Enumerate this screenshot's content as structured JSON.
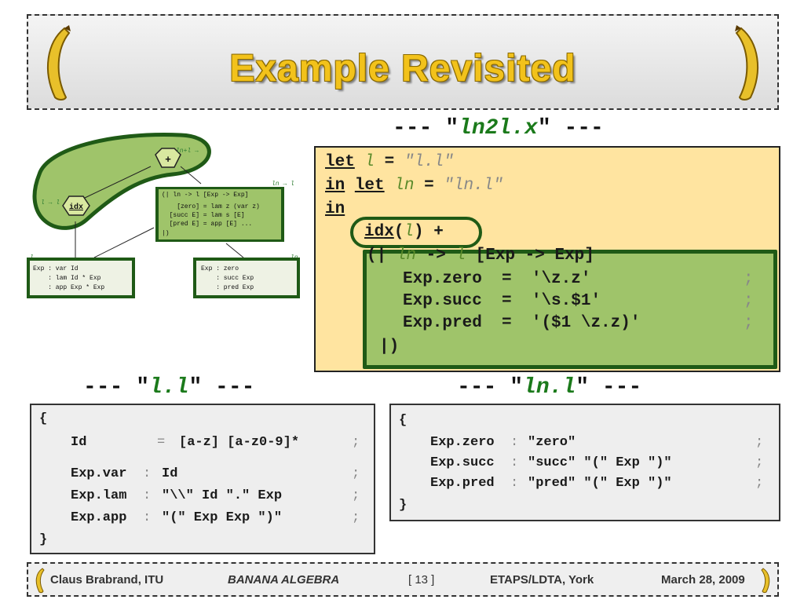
{
  "slide": {
    "title": "Example Revisited"
  },
  "diagram": {
    "plus": "+",
    "idx": "idx",
    "ann_top": "ln+l →",
    "ann_left": "l → l",
    "ann_right": "ln → l",
    "ann_bl": "l",
    "ann_br": "ln",
    "gbox": [
      "(| ln -> l [Exp -> Exp]",
      "    [zero] = lam z (var z)",
      "  [succ E] = lam s [E]",
      "  [pred E] = app [E] ...",
      "|)"
    ],
    "exp_left": [
      "Exp : var Id",
      "    : lam Id * Exp",
      "    : app Exp * Exp"
    ],
    "exp_right": [
      "Exp : zero",
      "    : succ Exp",
      "    : pred Exp"
    ]
  },
  "labels": {
    "ln2l_pre": "--- \"",
    "ln2l_file": "ln2l.x",
    "ln2l_post": "\" ---",
    "l_pre": "--- \"",
    "l_file": "l.l",
    "l_post": "\" ---",
    "ln_pre": "--- \"",
    "ln_file": "ln.l",
    "ln_post": "\" ---"
  },
  "ln2l": {
    "l1": {
      "kw": "let",
      "var": "l",
      "eq": " = ",
      "str": "\"l.l\""
    },
    "l2": {
      "kw1": "in",
      "kw2": "let",
      "var": "ln",
      "eq": " = ",
      "str": "\"ln.l\""
    },
    "l3": {
      "kw": "in"
    },
    "l4": {
      "fn": "idx",
      "open": "(",
      "var": "l",
      "close": ") +"
    },
    "l5": {
      "open": "(| ",
      "from": "ln",
      "arrow": " -> ",
      "to": "l",
      "rest": " [Exp -> Exp]"
    },
    "rules": [
      {
        "lhs": "Exp.zero",
        "eq": "  =  ",
        "rhs": "'\\z.z'",
        "semi": ";"
      },
      {
        "lhs": "Exp.succ",
        "eq": "  =  ",
        "rhs": "'\\s.$1'",
        "semi": ";"
      },
      {
        "lhs": "Exp.pred",
        "eq": "  =  ",
        "rhs": "'($1 \\z.z)'",
        "semi": ";"
      }
    ],
    "close": "|)"
  },
  "l_box": {
    "open": "{",
    "id_rule": {
      "lhs": "Id",
      "eq": "=",
      "rhs": "[a-z] [a-z0-9]*",
      "semi": ";"
    },
    "rules": [
      {
        "lhs": "Exp.var",
        "sep": ":",
        "rhs": "Id",
        "semi": ";"
      },
      {
        "lhs": "Exp.lam",
        "sep": ":",
        "rhs": "\"\\\\\" Id \".\" Exp",
        "semi": ";"
      },
      {
        "lhs": "Exp.app",
        "sep": ":",
        "rhs": "\"(\" Exp Exp \")\"",
        "semi": ";"
      }
    ],
    "close": "}"
  },
  "ln_box": {
    "open": "{",
    "rules": [
      {
        "lhs": "Exp.zero",
        "sep": ":",
        "rhs": "\"zero\"",
        "semi": ";"
      },
      {
        "lhs": "Exp.succ",
        "sep": ":",
        "rhs": "\"succ\" \"(\" Exp \")\"",
        "semi": ";"
      },
      {
        "lhs": "Exp.pred",
        "sep": ":",
        "rhs": "\"pred\" \"(\" Exp \")\"",
        "semi": ";"
      }
    ],
    "close": "}"
  },
  "footer": {
    "author": "Claus Brabrand, ITU",
    "topic": "BANANA ALGEBRA",
    "page": "[ 13 ]",
    "venue": "ETAPS/LDTA, York",
    "date": "March 28, 2009"
  },
  "colors": {
    "title": "#f2c21b",
    "highlight_green": "#9fc46a",
    "dark_green": "#1f5a16",
    "code_bg": "#ffe4a0"
  },
  "icons": {
    "header_left": "banana-icon",
    "header_right": "banana-icon",
    "footer_left": "banana-icon",
    "footer_right": "banana-icon"
  }
}
